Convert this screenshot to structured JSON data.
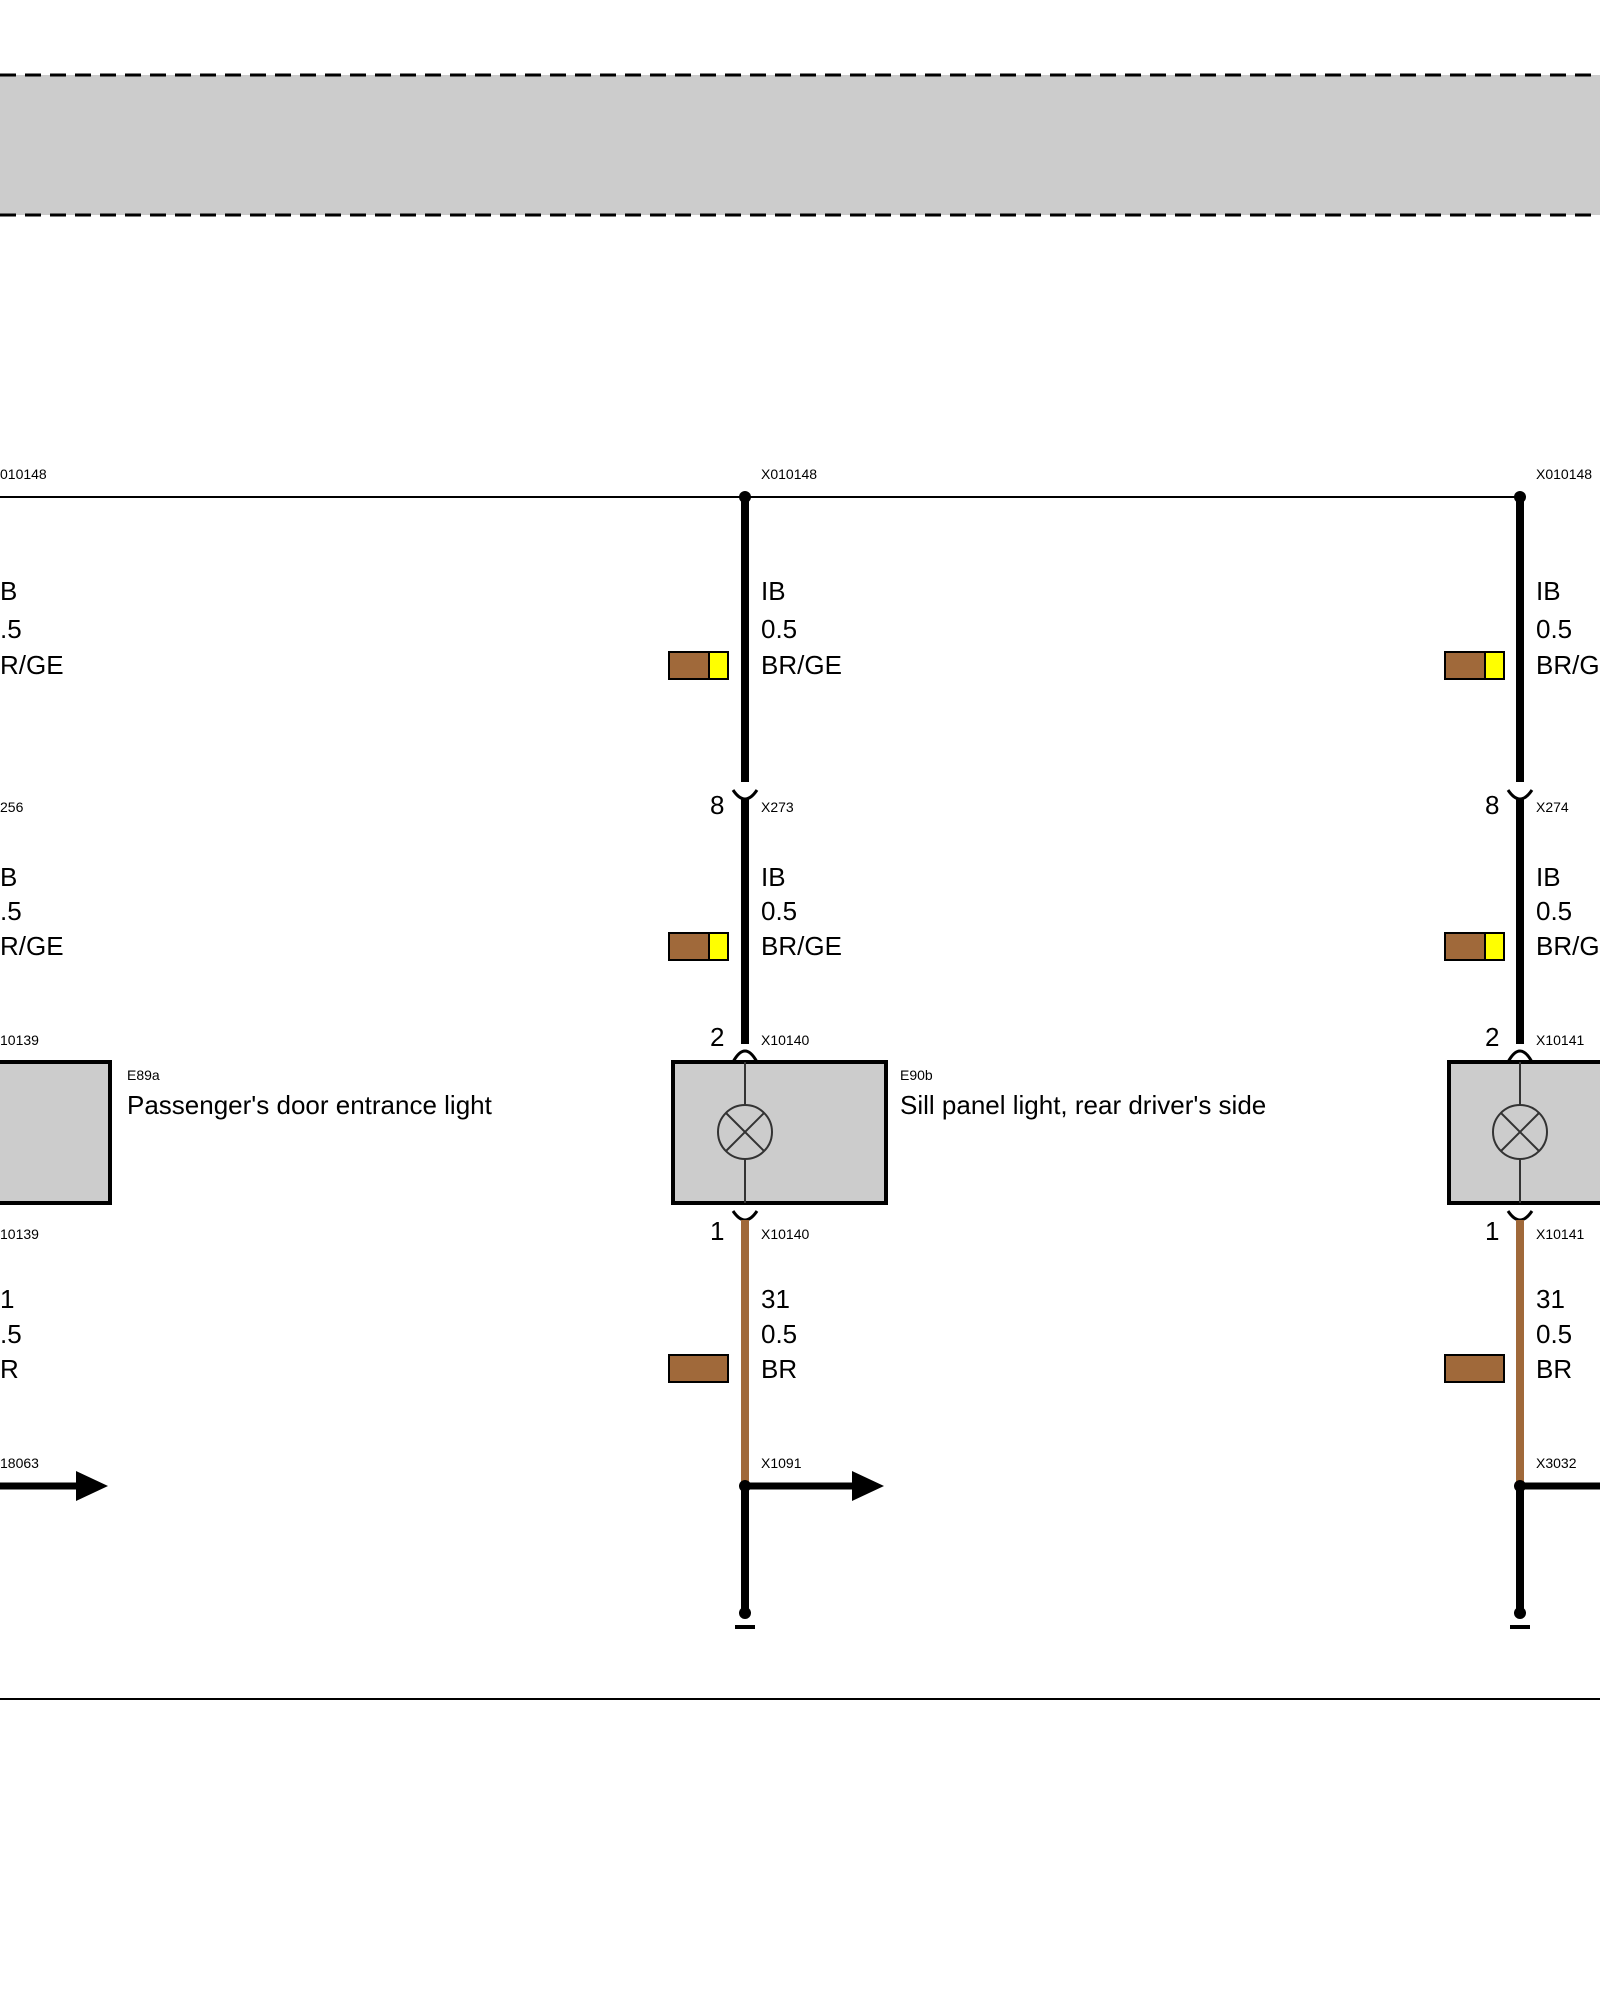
{
  "colors": {
    "brown": "#a0693a",
    "yellow": "#ffff00",
    "gray": "#cccccc",
    "black": "#000000"
  },
  "diagram": {
    "top_bus": {
      "label_left": "010148",
      "label_mid": "X010148",
      "label_right": "X010148"
    },
    "left": {
      "wire1": {
        "term": "B",
        "size": ".5",
        "color": "R/GE"
      },
      "conn1": "256",
      "wire2": {
        "term": "B",
        "size": ".5",
        "color": "R/GE"
      },
      "conn2_top": "10139",
      "component": {
        "code": "E89a",
        "desc": "Passenger's door entrance light"
      },
      "conn2_bottom": "10139",
      "wire3": {
        "term": "1",
        "size": ".5",
        "color": "R"
      },
      "ground": "18063"
    },
    "middle": {
      "wire1": {
        "term": "IB",
        "size": "0.5",
        "color": "BR/GE"
      },
      "conn1": {
        "pin": "8",
        "id": "X273"
      },
      "wire2": {
        "term": "IB",
        "size": "0.5",
        "color": "BR/GE"
      },
      "conn2_top": {
        "pin": "2",
        "id": "X10140"
      },
      "component": {
        "code": "E90b",
        "desc": "Sill panel light, rear driver's side"
      },
      "conn2_bottom": {
        "pin": "1",
        "id": "X10140"
      },
      "wire3": {
        "term": "31",
        "size": "0.5",
        "color": "BR"
      },
      "ground": "X1091"
    },
    "right": {
      "wire1": {
        "term": "IB",
        "size": "0.5",
        "color": "BR/G"
      },
      "conn1": {
        "pin": "8",
        "id": "X274"
      },
      "wire2": {
        "term": "IB",
        "size": "0.5",
        "color": "BR/G"
      },
      "conn2_top": {
        "pin": "2",
        "id": "X10141"
      },
      "conn2_bottom": {
        "pin": "1",
        "id": "X10141"
      },
      "wire3": {
        "term": "31",
        "size": "0.5",
        "color": "BR"
      },
      "ground": "X3032"
    }
  }
}
